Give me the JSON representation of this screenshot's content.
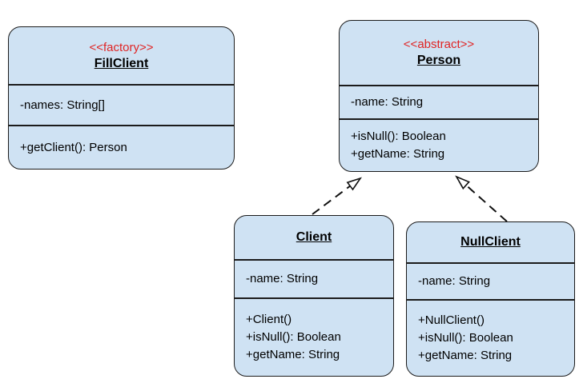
{
  "diagram": {
    "colors": {
      "background": "#ffffff",
      "box_fill": "#cfe2f3",
      "box_border": "#1b1b1b",
      "text_color": "#000000",
      "stereotype_red": "#e02424",
      "arrow_color": "#111111"
    },
    "classes": [
      {
        "id": "fillclient",
        "stereotype": "<<factory>>",
        "name": "FillClient",
        "attributes": [
          "-names: String[]"
        ],
        "methods": [
          "+getClient(): Person"
        ]
      },
      {
        "id": "person",
        "stereotype": "<<abstract>>",
        "name": "Person",
        "attributes": [
          "-name: String"
        ],
        "methods": [
          "+isNull(): Boolean",
          "+getName: String"
        ]
      },
      {
        "id": "client",
        "stereotype": "",
        "name": "Client",
        "attributes": [
          "-name: String"
        ],
        "methods": [
          "+Client()",
          "+isNull(): Boolean",
          "+getName: String"
        ]
      },
      {
        "id": "nullclient",
        "stereotype": "",
        "name": "NullClient",
        "attributes": [
          "-name: String"
        ],
        "methods": [
          "+NullClient()",
          "+isNull(): Boolean",
          "+getName: String"
        ]
      }
    ],
    "relations": [
      {
        "from": "Client",
        "to": "Person",
        "type": "realization",
        "line": "dashed",
        "head": "hollow-triangle"
      },
      {
        "from": "NullClient",
        "to": "Person",
        "type": "realization",
        "line": "dashed",
        "head": "hollow-triangle"
      }
    ]
  }
}
